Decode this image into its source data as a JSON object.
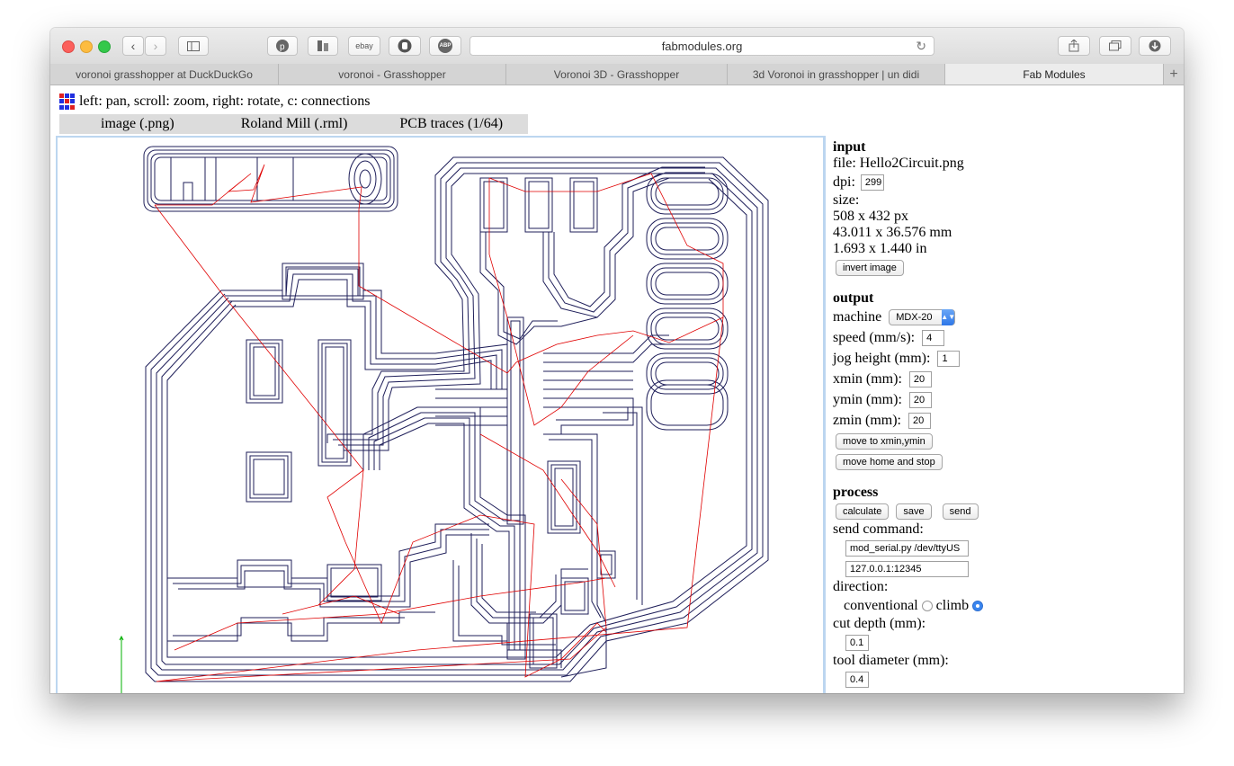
{
  "browser": {
    "url": "fabmodules.org",
    "tabs": [
      {
        "label": "voronoi grasshopper at DuckDuckGo",
        "active": false
      },
      {
        "label": "voronoi - Grasshopper",
        "active": false
      },
      {
        "label": "Voronoi 3D - Grasshopper",
        "active": false
      },
      {
        "label": "3d Voronoi in grasshopper | un didi",
        "active": false
      },
      {
        "label": "Fab Modules",
        "active": true
      }
    ],
    "toolbar_buttons": {
      "ebay": "ebay",
      "abp": "ABP"
    }
  },
  "page": {
    "hint": "left: pan, scroll: zoom, right: rotate, c: connections",
    "mode_tabs": [
      "image (.png)",
      "Roland Mill (.rml)",
      "PCB traces (1/64)"
    ]
  },
  "panel": {
    "input": {
      "title": "input",
      "file": "file: Hello2Circuit.png",
      "dpi_label": "dpi:",
      "dpi_value": "299",
      "size_label": "size:",
      "size_px": "508 x 432 px",
      "size_mm": "43.011 x 36.576 mm",
      "size_in": "1.693 x 1.440 in",
      "invert_button": "invert image"
    },
    "output": {
      "title": "output",
      "machine_label": "machine",
      "machine_value": "MDX-20",
      "speed_label": "speed (mm/s):",
      "speed_value": "4",
      "jog_label": "jog height (mm):",
      "jog_value": "1",
      "xmin_label": "xmin (mm):",
      "xmin_value": "20",
      "ymin_label": "ymin (mm):",
      "ymin_value": "20",
      "zmin_label": "zmin (mm):",
      "zmin_value": "20",
      "move_xy_button": "move to xmin,ymin",
      "move_home_button": "move home and stop"
    },
    "process": {
      "title": "process",
      "calculate_button": "calculate",
      "save_button": "save",
      "send_button": "send",
      "send_command_label": "send command:",
      "send_command_value": "mod_serial.py /dev/ttyUS",
      "server_value": "127.0.0.1:12345",
      "direction_label": "direction:",
      "conventional_label": "conventional",
      "climb_label": "climb",
      "direction_selected": "climb",
      "cut_depth_label": "cut depth (mm):",
      "cut_depth_value": "0.1",
      "tool_diameter_label": "tool diameter (mm):",
      "tool_diameter_value": "0.4"
    }
  },
  "colors": {
    "trace": "#1f1f5a",
    "connection": "#e00000",
    "axis": "#00b000",
    "canvas_border": "#bcd6f0"
  }
}
